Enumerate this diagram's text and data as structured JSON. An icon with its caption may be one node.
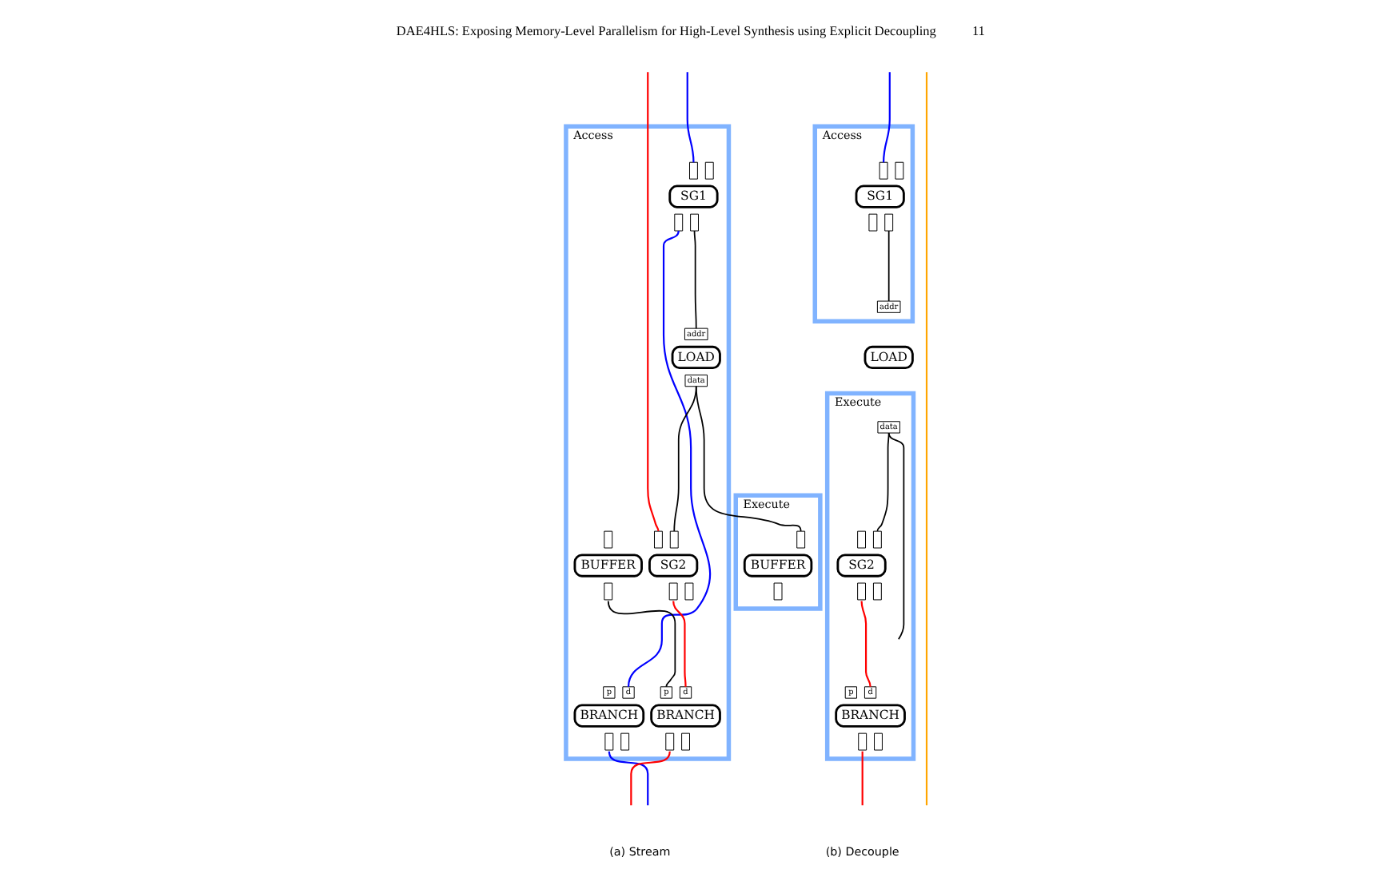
{
  "diagram": {
    "nodes": [
      {
        "text": [
          "Access"
        ]
      },
      {
        "text": [],
        "shape": "box",
        "in": 0
      },
      {
        "text": [],
        "shape": "box",
        "in": 0
      },
      {
        "text": [
          "SG1"
        ],
        "in": 0
      },
      {
        "text": [],
        "shape": "box",
        "in": 0
      },
      {
        "text": [],
        "shape": "box",
        "in": 0
      },
      {
        "text": [
          "addr"
        ],
        "in": 0
      },
      {
        "text": [
          "LOAD"
        ],
        "in": 0
      },
      {
        "text": [
          "data"
        ],
        "in": 0
      },
      {
        "text": [
          "Execute"
        ]
      },
      {
        "text": [],
        "shape": "box",
        "in": 9
      },
      {
        "text": [
          "BUFFER"
        ],
        "in": 9
      },
      {
        "text": [],
        "shape": "box",
        "in": 9
      },
      {
        "text": [],
        "shape": "box",
        "in": 0
      },
      {
        "text": [
          "BUFFER"
        ],
        "in": 0
      },
      {
        "text": [],
        "shape": "box",
        "in": 0
      },
      {
        "text": [],
        "shape": "box",
        "in": 0
      },
      {
        "text": [],
        "shape": "box",
        "in": 0
      },
      {
        "text": [
          "SG2"
        ],
        "in": 0
      },
      {
        "text": [],
        "shape": "box",
        "in": 0
      },
      {
        "text": [],
        "shape": "box",
        "in": 0
      },
      {
        "text": [
          "p"
        ],
        "in": 0
      },
      {
        "text": [
          "d"
        ],
        "in": 0
      },
      {
        "text": [
          "BRANCH"
        ],
        "in": 0
      },
      {
        "text": [],
        "shape": "box",
        "in": 0
      },
      {
        "text": [],
        "shape": "box",
        "in": 0
      },
      {
        "text": [
          "p"
        ],
        "in": 0
      },
      {
        "text": [
          "d"
        ],
        "in": 0
      },
      {
        "text": [
          "BRANCH"
        ],
        "in": 0
      },
      {
        "text": [],
        "shape": "box",
        "in": 0
      },
      {
        "text": [],
        "shape": "box",
        "in": 0
      },
      {
        "text": [
          "Access"
        ]
      },
      {
        "text": [],
        "shape": "box",
        "in": 31
      },
      {
        "text": [],
        "shape": "box",
        "in": 31
      },
      {
        "text": [
          "SG1"
        ],
        "in": 31
      },
      {
        "text": [],
        "shape": "box",
        "in": 31
      },
      {
        "text": [],
        "shape": "box",
        "in": 31
      },
      {
        "text": [
          "addr"
        ],
        "in": 31
      },
      {
        "text": [
          "LOAD"
        ]
      },
      {
        "text": [
          "Execute"
        ]
      },
      {
        "text": [
          "data"
        ],
        "in": 39
      },
      {
        "text": [],
        "shape": "box",
        "in": 39
      },
      {
        "text": [],
        "shape": "box",
        "in": 39
      },
      {
        "text": [
          "SG2"
        ],
        "in": 39
      },
      {
        "text": [],
        "shape": "box",
        "in": 39
      },
      {
        "text": [],
        "shape": "box",
        "in": 39
      },
      {
        "text": [
          "p"
        ],
        "in": 39
      },
      {
        "text": [
          "d"
        ],
        "in": 39
      },
      {
        "text": [
          "BRANCH"
        ],
        "in": 39
      },
      {
        "text": [],
        "shape": "box",
        "in": 39
      },
      {
        "text": [],
        "shape": "box",
        "in": 39
      }
    ],
    "edges": [
      {
        "from": null,
        "to": 1,
        "arrow": "none",
        "color": "#0000ff"
      },
      {
        "from": 5,
        "to": 6,
        "arrow": "none"
      },
      {
        "from": 4,
        "to": 22,
        "arrow": "none",
        "color": "#0000ff"
      },
      {
        "from": 8,
        "to": 10,
        "arrow": "none"
      },
      {
        "from": 8,
        "to": 17,
        "arrow": "none"
      },
      {
        "from": null,
        "to": 16,
        "arrow": "none",
        "color": "#ff0000"
      },
      {
        "from": 15,
        "to": 26,
        "arrow": "none"
      },
      {
        "from": 19,
        "to": 27,
        "arrow": "none",
        "color": "#ff0000"
      },
      {
        "from": 24,
        "to": null,
        "arrow": "none",
        "color": "#0000ff"
      },
      {
        "from": 29,
        "to": null,
        "arrow": "none",
        "color": "#ff0000"
      },
      {
        "from": null,
        "to": 32,
        "arrow": "none",
        "color": "#0000ff"
      },
      {
        "from": 36,
        "to": 37,
        "arrow": "none"
      },
      {
        "from": 40,
        "to": 42,
        "arrow": "none"
      },
      {
        "from": 40,
        "to": null,
        "arrow": "none"
      },
      {
        "from": 44,
        "to": 47,
        "arrow": "none",
        "color": "#ff0000"
      },
      {
        "from": 49,
        "to": null,
        "arrow": "none",
        "color": "#ff0000"
      }
    ],
    "labels": [
      "DAE4HLS: Exposing Memory-Level Parallelism for High-Level Synthesis using Explicit Decoupling",
      "11",
      "(a) Stream",
      "(b) Decouple"
    ]
  }
}
